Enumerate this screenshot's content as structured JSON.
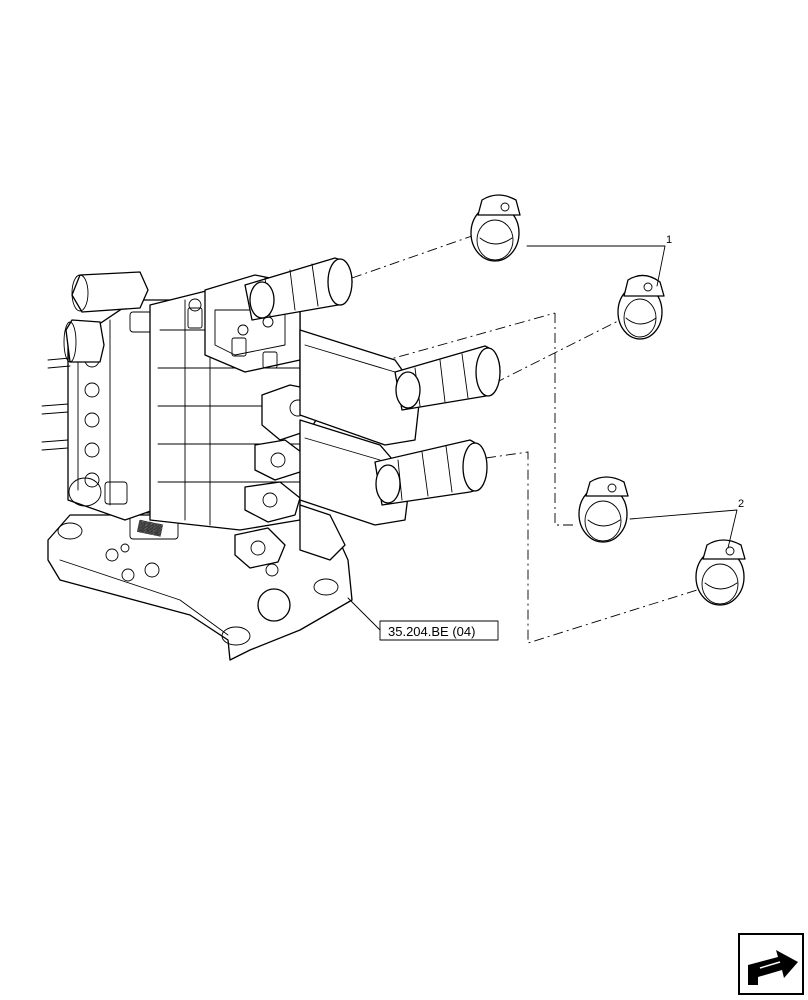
{
  "diagram": {
    "reference_box": {
      "text": "35.204.BE (04)"
    },
    "callouts": [
      {
        "number": "1"
      },
      {
        "number": "2"
      }
    ],
    "nav_icon": "next-page-arrow-icon"
  }
}
